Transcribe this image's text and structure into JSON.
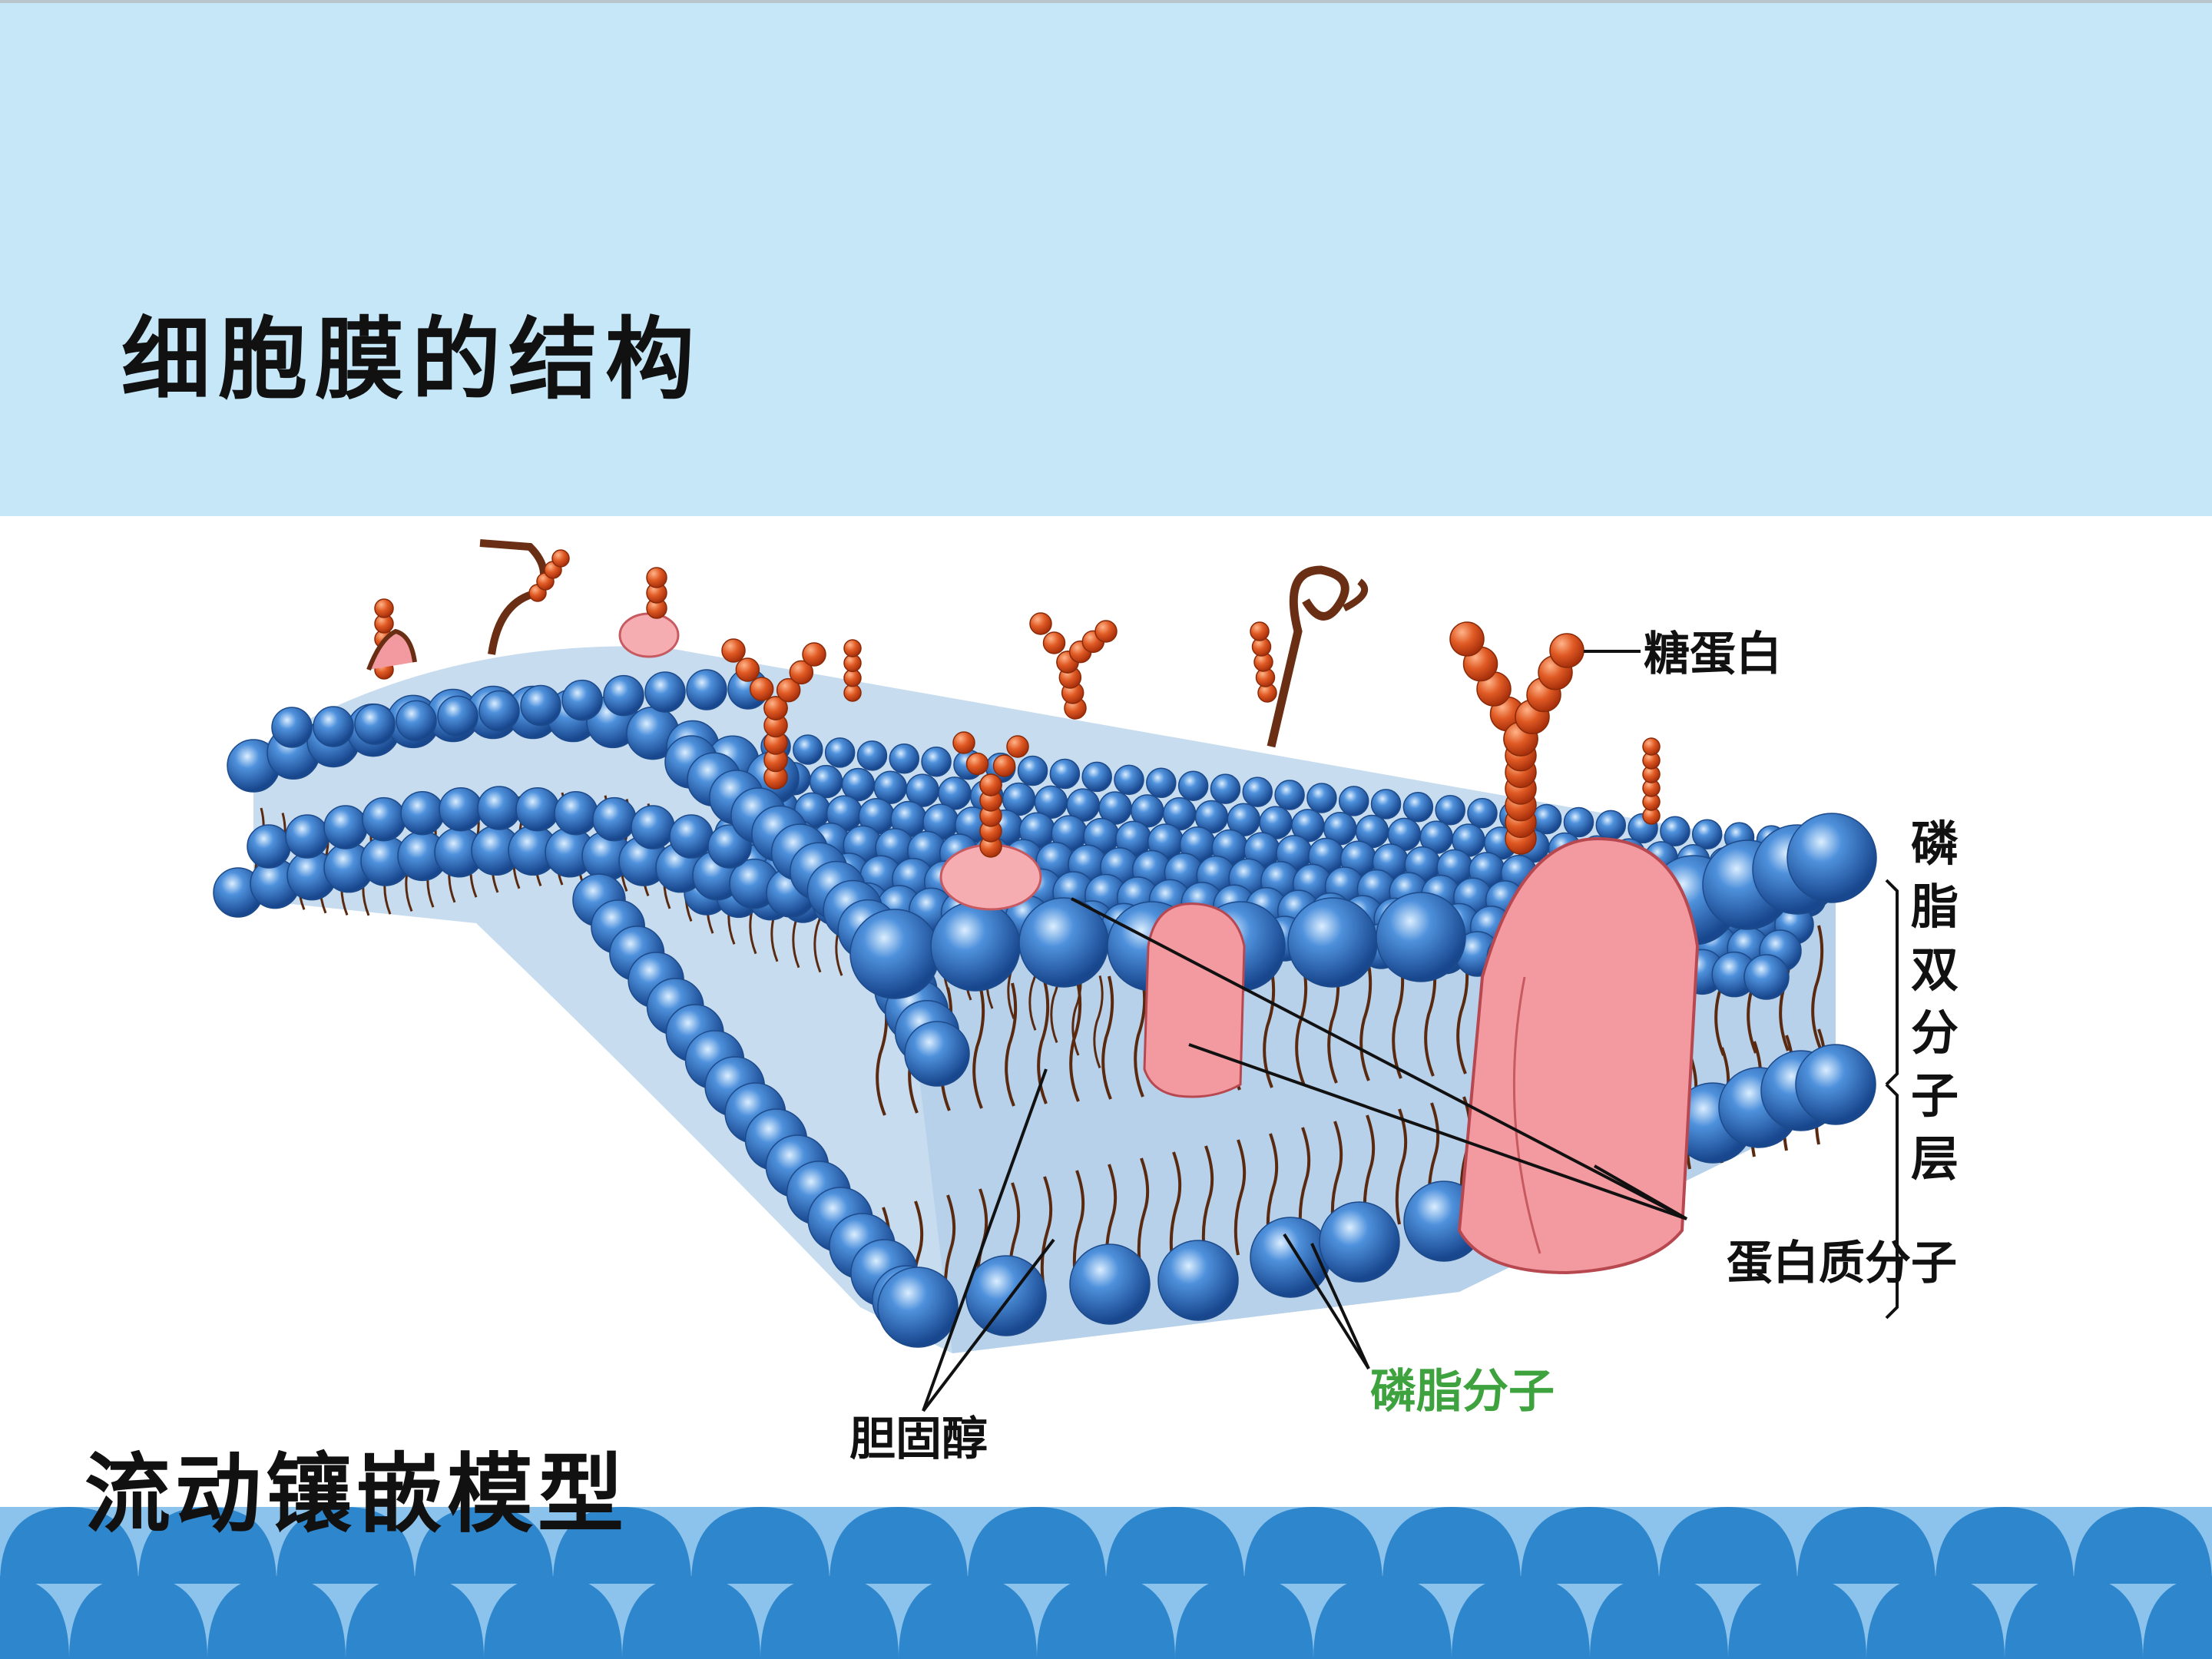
{
  "slide": {
    "title": "细胞膜的结构",
    "subtitle": "流动镶嵌模型"
  },
  "diagram": {
    "labels": {
      "glycoprotein": "糖蛋白",
      "bilayer": [
        "磷",
        "脂",
        "双",
        "分",
        "子",
        "层"
      ],
      "protein": "蛋白质分子",
      "phospholipid": "磷脂分子",
      "cholesterol": "胆固醇"
    }
  },
  "colors": {
    "header_bg": "#c6e7f8",
    "bead_blue": "#3a78c4",
    "protein_pink": "#f08f96",
    "sugar_red": "#d8501c",
    "cholesterol_yellow": "#f5d35a",
    "phospholipid_label_green": "#3ea33e",
    "wave_light": "#8cc3ec",
    "wave_dark": "#2e86cc"
  }
}
